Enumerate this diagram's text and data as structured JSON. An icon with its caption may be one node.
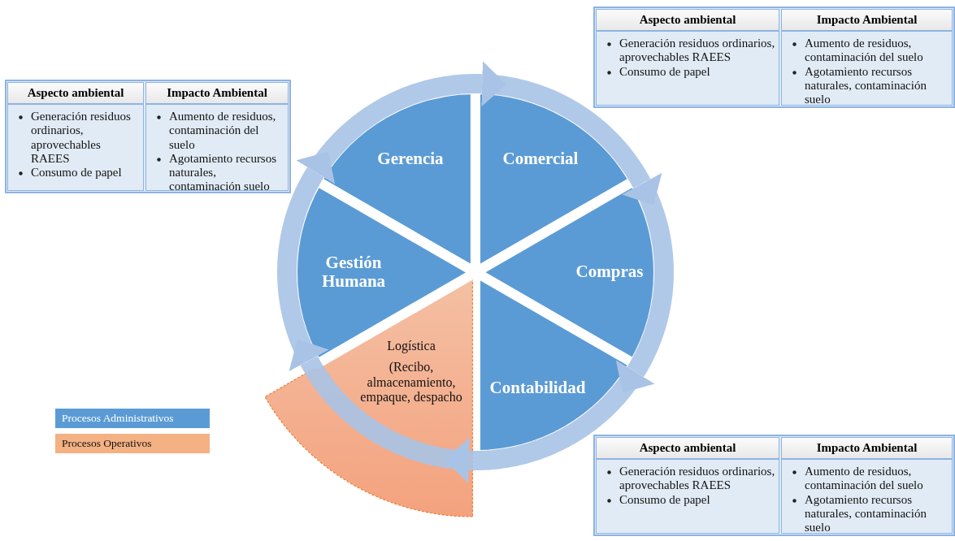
{
  "diagram": {
    "nodes": [
      {
        "text": [
          "Gerencia"
        ]
      },
      {
        "text": [
          "Comercial"
        ]
      },
      {
        "text": [
          "Compras"
        ]
      },
      {
        "text": [
          "Contabilidad"
        ]
      },
      {
        "text": [
          "Logística",
          "(Recibo, almacenamiento, empaque, despacho"
        ]
      },
      {
        "text": [
          "Gestión Humana"
        ]
      },
      {
        "text": [],
        "shape": "box"
      },
      {
        "text": [
          "Aspecto ambiental",
          "Generación residuos ordinarios, aprovechables RAEES",
          "Consumo de papel"
        ],
        "in": 6
      },
      {
        "text": [
          "Impacto Ambiental",
          "Aumento de residuos, contaminación del suelo",
          "Agotamiento recursos naturales, contaminación suelo"
        ],
        "in": 6
      },
      {
        "text": [],
        "shape": "box"
      },
      {
        "text": [
          "Aspecto ambiental",
          "Generación residuos ordinarios, aprovechables RAEES",
          "Consumo de papel"
        ],
        "in": 9
      },
      {
        "text": [
          "Impacto Ambiental",
          "Aumento de residuos, contaminación del suelo",
          "Agotamiento recursos naturales, contaminación suelo"
        ],
        "in": 9
      },
      {
        "text": [],
        "shape": "box"
      },
      {
        "text": [
          "Aspecto ambiental",
          "Generación residuos ordinarios, aprovechables RAEES",
          "Consumo de papel"
        ],
        "in": 12
      },
      {
        "text": [
          "Impacto Ambiental",
          "Aumento de residuos, contaminación del suelo",
          "Agotamiento recursos naturales, contaminación suelo"
        ],
        "in": 12
      }
    ],
    "edges": [
      {
        "from": 0,
        "to": 1,
        "arrow": "to"
      },
      {
        "from": 1,
        "to": 2,
        "arrow": "to"
      },
      {
        "from": 2,
        "to": 3,
        "arrow": "to"
      },
      {
        "from": 3,
        "to": 4,
        "arrow": "to"
      },
      {
        "from": 4,
        "to": 5,
        "arrow": "to"
      },
      {
        "from": 5,
        "to": 0,
        "arrow": "to"
      }
    ],
    "legend": [
      {
        "text": "Procesos Administrativos",
        "color": "#5b9bd5"
      },
      {
        "text": "Procesos Operativos",
        "color": "#f4b183"
      }
    ]
  }
}
